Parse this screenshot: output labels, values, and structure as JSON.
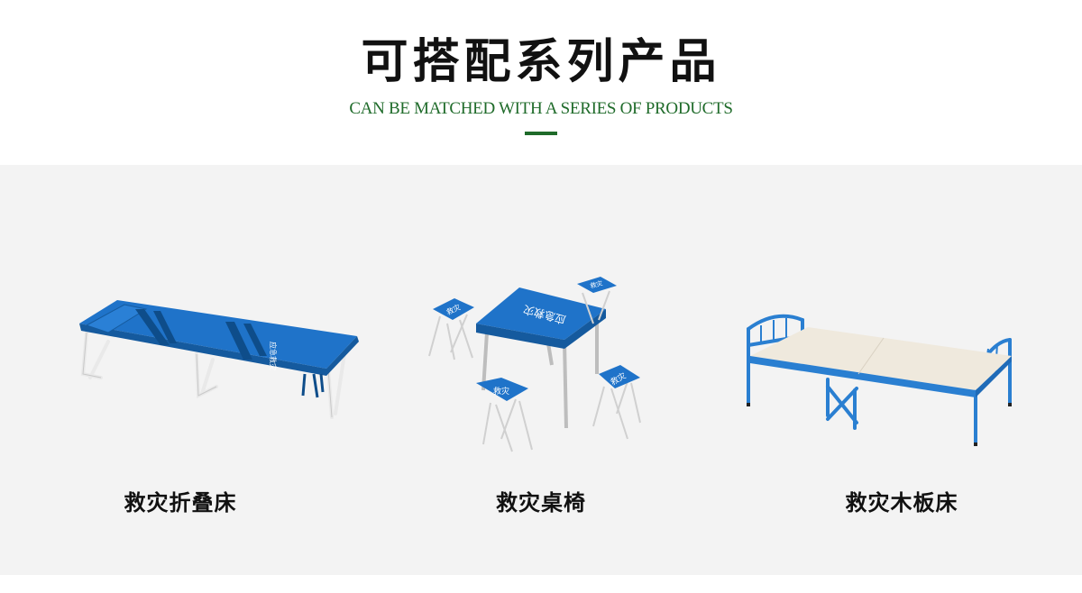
{
  "header": {
    "title": "可搭配系列产品",
    "subtitle": "CAN BE MATCHED WITH A SERIES OF PRODUCTS"
  },
  "products": [
    {
      "name": "救灾折叠床",
      "image_text": "应急救灾"
    },
    {
      "name": "救灾桌椅",
      "image_text": "应急救灾",
      "stool_text": "救灾"
    },
    {
      "name": "救灾木板床"
    }
  ],
  "colors": {
    "title": "#111111",
    "accent_green": "#1f6b2a",
    "panel_bg": "#f3f3f3",
    "product_blue": "#1f73c9",
    "board": "#efe9dd"
  }
}
